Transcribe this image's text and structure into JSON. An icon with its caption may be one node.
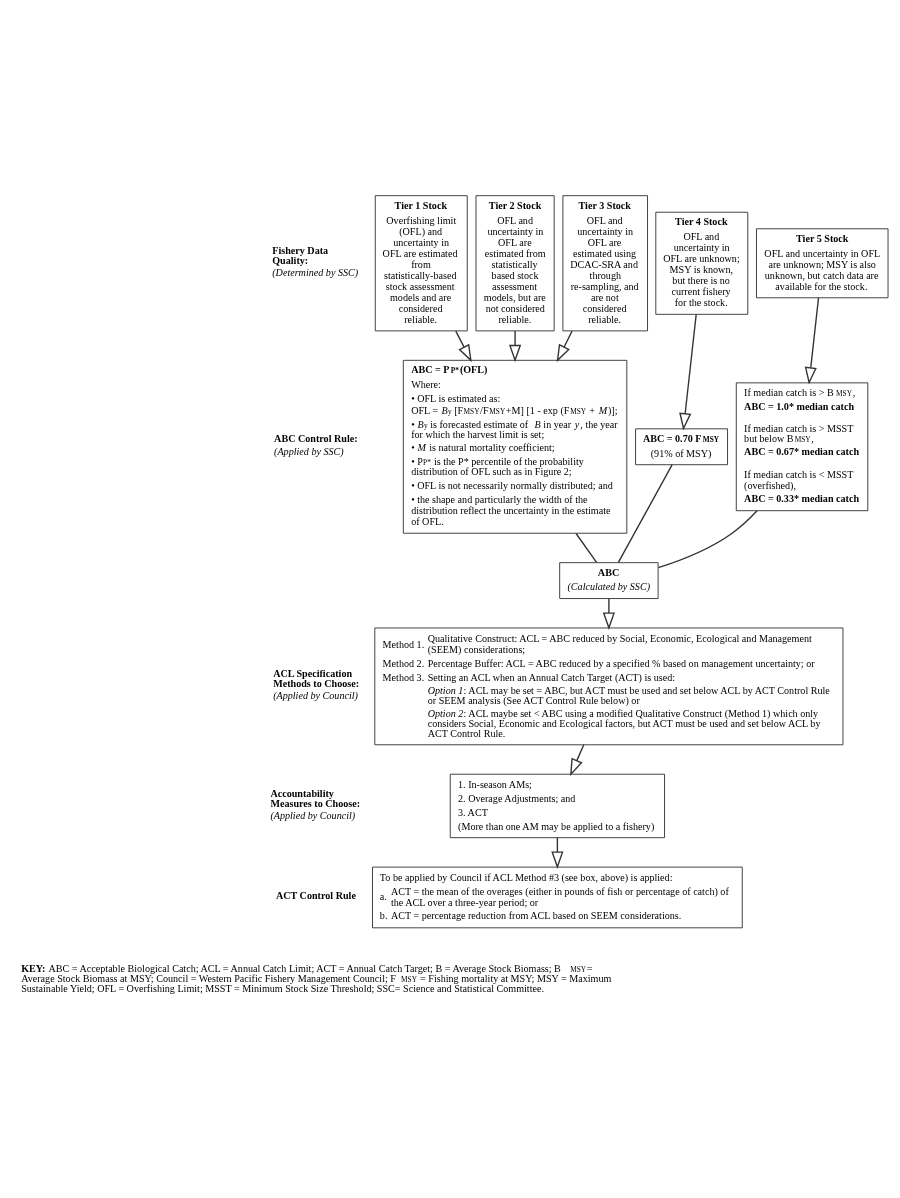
{
  "diagram": {
    "nodes": [
      {
        "text": [
          "Tier 1 Stock",
          "Overfishing limit (OFL) and uncertainty in OFL are estimated from statistically-based stock assessment models and are considered reliable."
        ]
      },
      {
        "text": [
          "Tier 2 Stock",
          "OFL and uncertainty in OFL are estimated from statistically based stock assessment models, but are not considered reliable."
        ]
      },
      {
        "text": [
          "Tier 3 Stock",
          "OFL and uncertainty in OFL are estimated using DCAC-SRA and through re-sampling, and are not considered reliable."
        ]
      },
      {
        "text": [
          "Tier 4 Stock",
          "OFL and uncertainty in OFL are unknown; MSY is known, but there is no current fishery for the stock."
        ]
      },
      {
        "text": [
          "Tier 5 Stock",
          "OFL and uncertainty in OFL are unknown; MSY is also unknown, but catch data are available for the stock."
        ]
      },
      {
        "text": [
          "ABC = P$_{P*}$(OFL)",
          "Where:",
          "• OFL is estimated as:",
          "OFL = *B*$_{y}$ [F$_{MSY}$/F$_{MSY}$+M] [1 - exp (F$_{MSY}$ + *M*)];",
          "• *B*$_{y}$ is forecasted estimate of *B* in year *y*, the year for which the harvest limit is set;",
          "• *M* is natural mortality coefficient;",
          "• P$_{P*}$ is the P* percentile of the probability distribution of OFL such as in Figure 2;",
          "• OFL is not necessarily normally distributed; and",
          "• the shape and particularly the width of the distribution reflect the uncertainty in the estimate of OFL."
        ]
      },
      {
        "text": [
          "ABC = 0.70 F$_{MSY}$",
          "(91% of MSY)"
        ]
      },
      {
        "text": [
          "If median catch is > B$_{MSY}$,",
          "ABC = 1.0* median catch",
          "If median catch is > MSST but below B$_{MSY}$,",
          "ABC = 0.67* median catch",
          "If median catch is < MSST (overfished),",
          "ABC = 0.33* median catch"
        ]
      },
      {
        "text": [
          "ABC",
          "(Calculated by SSC)"
        ]
      },
      {
        "text": [
          "Method 1.",
          "Qualitative Construct: ACL = ABC reduced by Social, Economic, Ecological and Management (SEEM) considerations;",
          "Method 2.",
          "Percentage Buffer: ACL = ABC reduced by a specified % based on management uncertainty; or",
          "Method 3.",
          "Setting an ACL when an Annual Catch Target (ACT) is used:",
          "*Option 1*: ACL may be set = ABC, but ACT must be used and set below ACL by ACT Control Rule or SEEM analysis (See ACT Control Rule below) or",
          "*Option 2*: ACL maybe set < ABC using a modified Qualitative Construct (Method 1) which only considers Social, Economic and Ecological factors, but ACT must be used and set below ACL by ACT Control Rule."
        ]
      },
      {
        "text": [
          "1. In-season AMs;",
          "2. Overage Adjustments; and",
          "3. ACT",
          "(More than one AM may be applied to a fishery)"
        ]
      },
      {
        "text": [
          "To be applied by Council if ACL Method #3 (see box, above) is applied:",
          "a.",
          "ACT = the mean of the overages (either in pounds of fish or percentage of catch) of the ACL over a three-year period; or",
          "b.",
          "ACT = percentage reduction from ACL based on SEEM considerations."
        ]
      }
    ],
    "edges": [
      {
        "from": 0,
        "to": 5,
        "arrow": "to"
      },
      {
        "from": 1,
        "to": 5,
        "arrow": "to"
      },
      {
        "from": 2,
        "to": 5,
        "arrow": "to"
      },
      {
        "from": 3,
        "to": 6,
        "arrow": "to"
      },
      {
        "from": 4,
        "to": 7,
        "arrow": "to"
      },
      {
        "from": 5,
        "to": 8,
        "arrow": "none"
      },
      {
        "from": 6,
        "to": 8,
        "arrow": "none"
      },
      {
        "from": 7,
        "to": 8,
        "arrow": "none"
      },
      {
        "from": 8,
        "to": 9,
        "arrow": "to"
      },
      {
        "from": 9,
        "to": 10,
        "arrow": "to"
      },
      {
        "from": 10,
        "to": 11,
        "arrow": "to"
      }
    ],
    "labels": [
      "Fishery Data Quality:",
      "(Determined by SSC)",
      "ABC Control Rule:",
      "(Applied by SSC)",
      "ACL Specification Methods to Choose:",
      "(Applied by Council)",
      "Accountability Measures to Choose:",
      "(Applied by Council)",
      "ACT Control Rule",
      "**KEY:** ABC = Acceptable Biological Catch; ACL = Annual Catch Limit; ACT = Annual Catch Target; B = Average Stock Biomass; B$_{MSY}$= Average Stock Biomass at MSY; Council = Western Pacific Fishery Management Council; F$_{MSY}$ = Fishing mortality at MSY; MSY = Maximum Sustainable Yield; OFL = Overfishing Limit; MSST = Minimum Stock Size Threshold; SSC= Science and Statistical Committee."
    ]
  }
}
